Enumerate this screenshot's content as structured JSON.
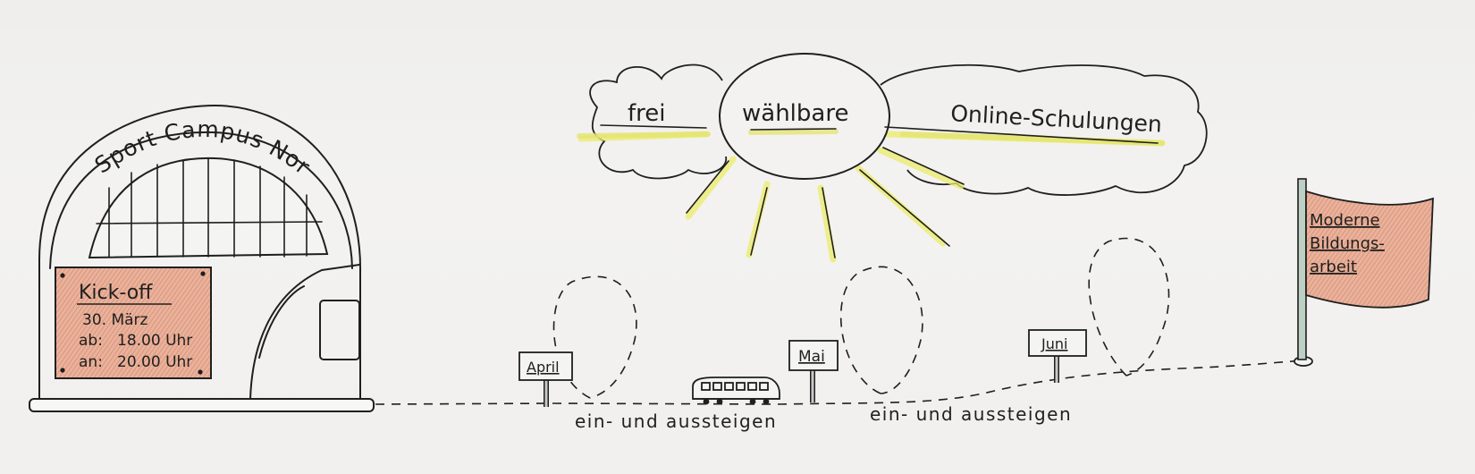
{
  "building": {
    "sign_text": "Sport Campus Nord"
  },
  "kickoff_plaque": {
    "title": "Kick-off",
    "date": "30. März",
    "start_label": "ab:",
    "start_time": "18.00 Uhr",
    "end_label": "an:",
    "end_time": "20.00 Uhr"
  },
  "banner": {
    "word_1": "frei",
    "word_2": "wählbare",
    "word_3": "Online-Schulungen"
  },
  "stations": [
    {
      "label": "April"
    },
    {
      "label": "Mai"
    },
    {
      "label": "Juni"
    }
  ],
  "captions": [
    {
      "text": "ein- und aussteigen"
    },
    {
      "text": "ein- und aussteigen"
    }
  ],
  "goal_flag": {
    "line_1": "Moderne",
    "line_2": "Bildungs-",
    "line_3": "arbeit"
  },
  "colors": {
    "ink": "#1f1f1f",
    "plaque_fill": "#e3a48c",
    "flag_fill": "#e8a88f",
    "sun_ray": "#e8e85a",
    "paper": "#f1f0ee"
  }
}
